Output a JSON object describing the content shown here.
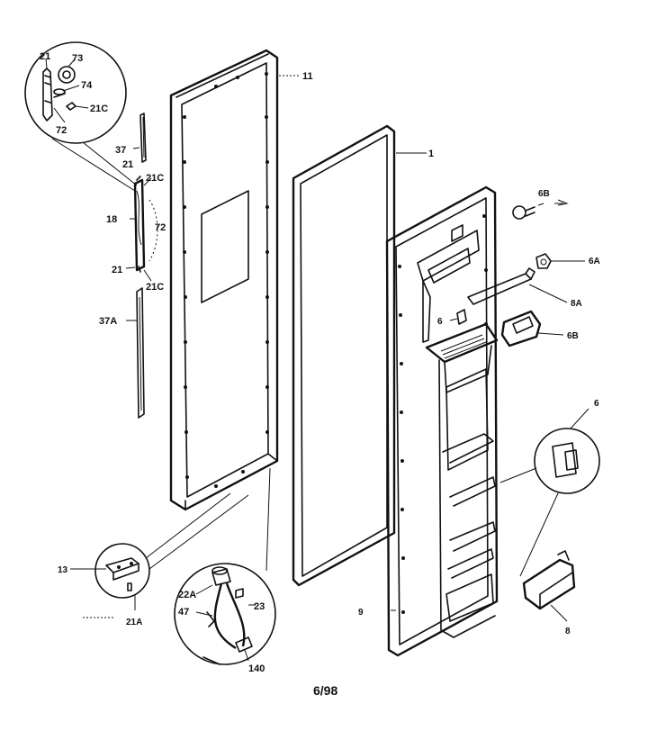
{
  "diagram": {
    "labels": {
      "l_21_top": "21",
      "l_73": "73",
      "l_74": "74",
      "l_21c_a": "21C",
      "l_72_a": "72",
      "l_11": "11",
      "l_1": "1",
      "l_37": "37",
      "l_21_mid": "21",
      "l_21c_b": "21C",
      "l_18": "18",
      "l_72_b": "72",
      "l_21_low": "21",
      "l_21c_c": "21C",
      "l_37a": "37A",
      "l_6b_top": "6B",
      "l_6a": "6A",
      "l_8a": "8A",
      "l_6_small": "6",
      "l_6b_mid": "6B",
      "l_6_right": "6",
      "l_13": "13",
      "l_21a": "21A",
      "l_22a": "22A",
      "l_47": "47",
      "l_23": "23",
      "l_140": "140",
      "l_9": "9",
      "l_8": "8"
    },
    "footer_code": "6/98"
  }
}
